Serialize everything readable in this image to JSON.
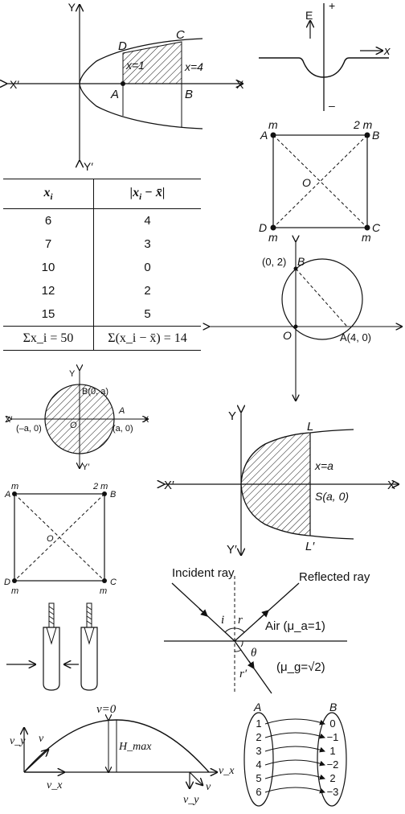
{
  "fig_parabola_area": {
    "y": "Y",
    "y_neg": "Y′",
    "x": "X",
    "x_neg": "X′",
    "d": "D",
    "c": "C",
    "a": "A",
    "b": "B",
    "x1": "x=1",
    "x4": "x=4"
  },
  "fig_field": {
    "e": "E",
    "plus": "+",
    "minus": "–",
    "x": "→ x"
  },
  "fig_square_top": {
    "a": "A",
    "b": "B",
    "c": "C",
    "d": "D",
    "o": "O",
    "m_a": "m",
    "m_b": "2 m",
    "m_d": "m",
    "m_c": "m"
  },
  "table": {
    "headers": [
      "x_i",
      "|x_i − x̄|"
    ],
    "rows": [
      [
        "6",
        "4"
      ],
      [
        "7",
        "3"
      ],
      [
        "10",
        "0"
      ],
      [
        "12",
        "2"
      ],
      [
        "15",
        "5"
      ]
    ],
    "sum": [
      "Σx_i = 50",
      "Σ(x_i − x̄) = 14"
    ]
  },
  "fig_circle_axes": {
    "b_coord": "(0, 2)",
    "b": "B",
    "o": "O",
    "a": "A(4, 0)"
  },
  "fig_disc": {
    "y": "Y",
    "y_neg": "Y′",
    "x": "X",
    "x_neg": "X′",
    "b": "B(0, a)",
    "a": "A",
    "a_coord": "(a, 0)",
    "neg": "(–a, 0)",
    "o": "O"
  },
  "fig_latus": {
    "y": "Y",
    "y_neg": "Y′",
    "x": "X",
    "x_neg": "X′",
    "l": "L",
    "l2": "L′",
    "xa": "x=a",
    "s": "S(a, 0)"
  },
  "fig_square_bottom": {
    "a": "A",
    "b": "B",
    "c": "C",
    "d": "D",
    "o": "O",
    "m_a": "m",
    "m_b": "2 m",
    "m_d": "m",
    "m_c": "m"
  },
  "fig_refraction": {
    "incident": "Incident ray",
    "reflected": "Reflected ray",
    "i": "i",
    "r": "r",
    "air": "Air (μ_a=1)",
    "theta": "θ",
    "r2": "r′",
    "glass": "(μ_g=√2)"
  },
  "fig_projectile": {
    "v0": "v=0",
    "vy": "v_y",
    "v": "v",
    "hmax": "H_max",
    "vx": "v_x",
    "vx2": "v_x",
    "v2": "v",
    "vy2": "v_y"
  },
  "fig_mapping": {
    "a": "A",
    "b": "B",
    "left": [
      "1",
      "2",
      "3",
      "4",
      "5",
      "6"
    ],
    "right": [
      "0",
      "−1",
      "1",
      "−2",
      "2",
      "−3"
    ]
  }
}
